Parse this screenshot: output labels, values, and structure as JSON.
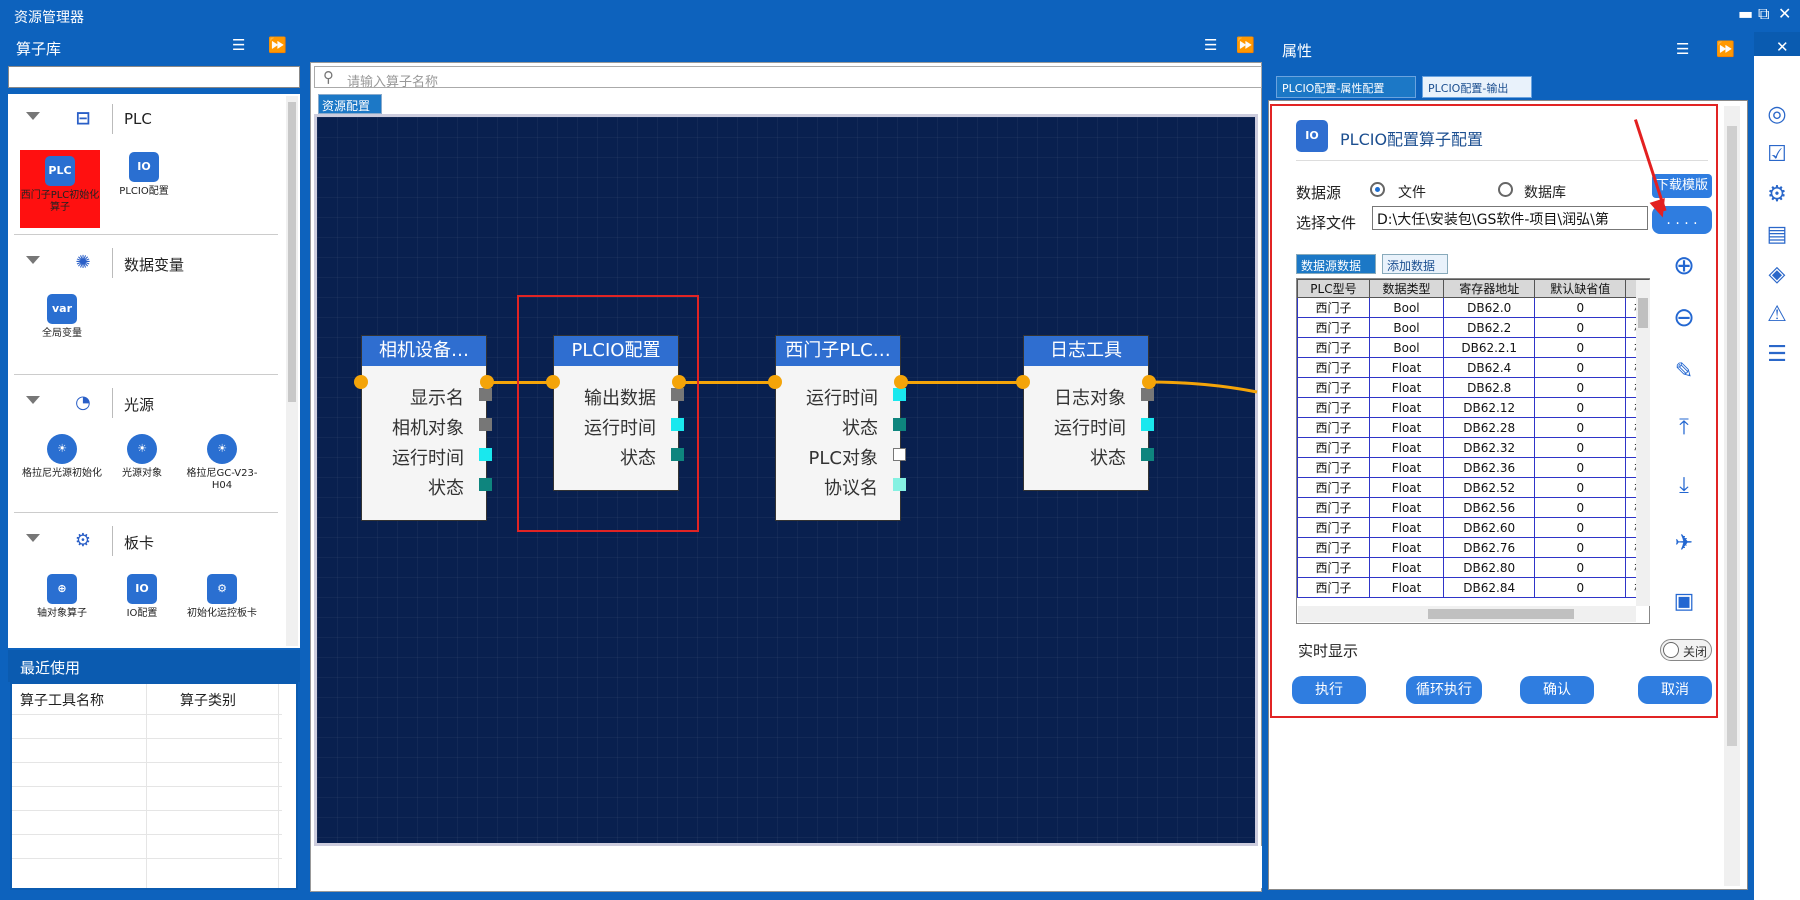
{
  "window": {
    "title": "资源管理器",
    "controls": [
      "▬",
      "⧉",
      "✕"
    ]
  },
  "left": {
    "title": "算子库",
    "categories": [
      {
        "label": "PLC",
        "tools": [
          {
            "label": "西门子PLC初始化算子",
            "icon": "plc-icon"
          },
          {
            "label": "PLCIO配置",
            "icon": "io-icon"
          }
        ]
      },
      {
        "label": "数据变量",
        "tools": [
          {
            "label": "全局变量",
            "icon": "var-icon"
          }
        ]
      },
      {
        "label": "光源",
        "tools": [
          {
            "label": "格拉尼光源初始化",
            "icon": "light-icon"
          },
          {
            "label": "光源对象",
            "icon": "light-icon"
          },
          {
            "label": "格拉尼GC-V23-H04",
            "icon": "light-icon"
          }
        ]
      },
      {
        "label": "板卡",
        "tools": [
          {
            "label": "轴对象算子",
            "icon": "axis-icon"
          },
          {
            "label": "IO配置",
            "icon": "io-icon"
          },
          {
            "label": "初始化运控板卡",
            "icon": "board-icon"
          }
        ]
      }
    ],
    "recent": {
      "title": "最近使用",
      "col1": "算子工具名称",
      "col2": "算子类别"
    }
  },
  "center": {
    "search_placeholder": "请输入算子名称",
    "tab": "资源配置",
    "nodes": [
      {
        "title": "相机设备…",
        "rows": [
          "显示名",
          "相机对象",
          "运行时间",
          "状态"
        ]
      },
      {
        "title": "PLCIO配置",
        "rows": [
          "输出数据",
          "运行时间",
          "状态"
        ]
      },
      {
        "title": "西门子PLC…",
        "rows": [
          "运行时间",
          "状态",
          "PLC对象",
          "协议名"
        ]
      },
      {
        "title": "日志工具",
        "rows": [
          "日志对象",
          "运行时间",
          "状态"
        ]
      }
    ]
  },
  "right": {
    "title": "属性",
    "tabs": [
      "PLCIO配置-属性配置",
      "PLCIO配置-输出"
    ],
    "header": "PLCIO配置算子配置",
    "datasource_label": "数据源",
    "radio_file": "文件",
    "radio_db": "数据库",
    "download_btn": "下载模版",
    "file_label": "选择文件",
    "file_value": "D:\\大任\\安装包\\GS软件-项目\\润弘\\第",
    "browse_btn": ". . . .",
    "subtabs": [
      "数据源数据",
      "添加数据"
    ],
    "table": {
      "columns": [
        "PLC型号",
        "数据类型",
        "寄存器地址",
        "默认缺省值",
        "变"
      ],
      "rows": [
        [
          "西门子",
          "Bool",
          "DB62.0",
          "0",
          "相机"
        ],
        [
          "西门子",
          "Bool",
          "DB62.2",
          "0",
          "相机"
        ],
        [
          "西门子",
          "Bool",
          "DB62.2.1",
          "0",
          "相机"
        ],
        [
          "西门子",
          "Float",
          "DB62.4",
          "0",
          "极耳"
        ],
        [
          "西门子",
          "Float",
          "DB62.8",
          "0",
          "极耳"
        ],
        [
          "西门子",
          "Float",
          "DB62.12",
          "0",
          "极耳"
        ],
        [
          "西门子",
          "Float",
          "DB62.28",
          "0",
          "极耳"
        ],
        [
          "西门子",
          "Float",
          "DB62.32",
          "0",
          "极耳"
        ],
        [
          "西门子",
          "Float",
          "DB62.36",
          "0",
          "极耳"
        ],
        [
          "西门子",
          "Float",
          "DB62.52",
          "0",
          "极耳"
        ],
        [
          "西门子",
          "Float",
          "DB62.56",
          "0",
          "极耳"
        ],
        [
          "西门子",
          "Float",
          "DB62.60",
          "0",
          "极耳"
        ],
        [
          "西门子",
          "Float",
          "DB62.76",
          "0",
          "极耳"
        ],
        [
          "西门子",
          "Float",
          "DB62.80",
          "0",
          "极耳"
        ],
        [
          "西门子",
          "Float",
          "DB62.84",
          "0",
          "极耳"
        ]
      ]
    },
    "realtime_label": "实时显示",
    "toggle_text": "关闭",
    "buttons": [
      "执行",
      "循环执行",
      "确认",
      "取消"
    ]
  }
}
